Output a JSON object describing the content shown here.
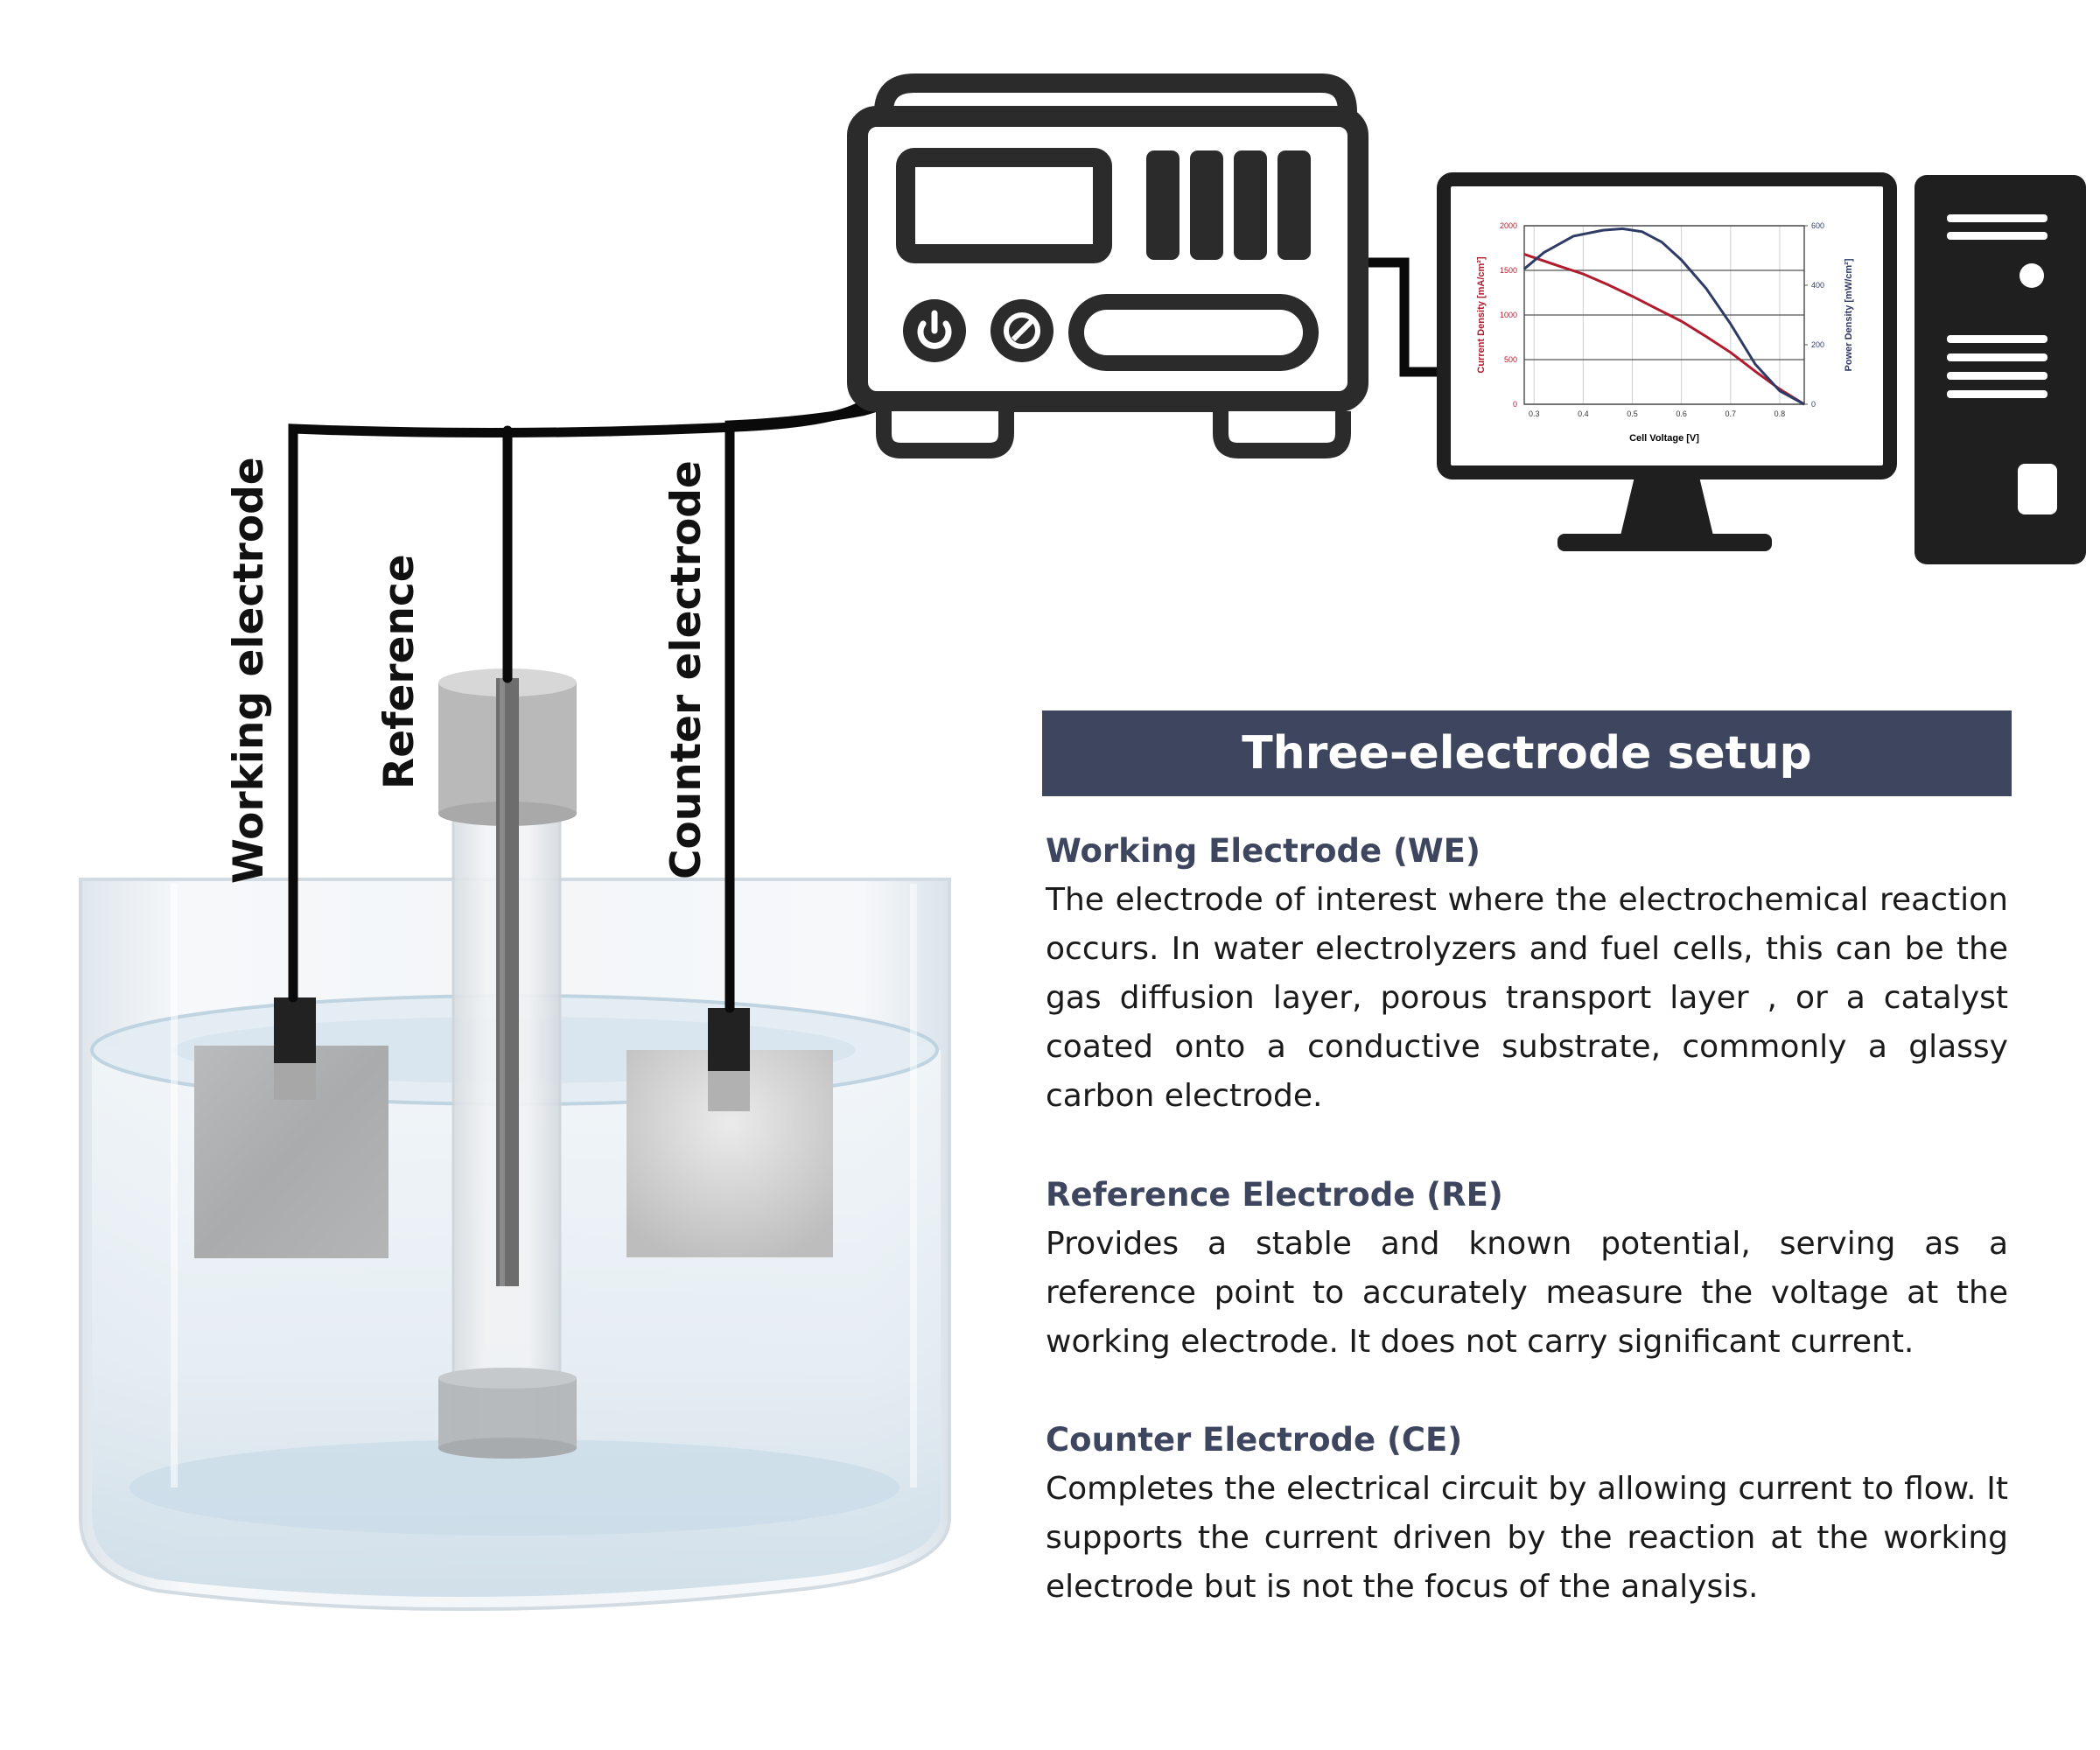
{
  "panel": {
    "title": "Three-electrode setup",
    "sections": [
      {
        "heading": "Working Electrode (WE)",
        "body": "The electrode of interest where the electrochemical reaction occurs. In water electrolyzers and fuel cells, this can be the gas diffusion layer, porous transport layer , or a catalyst coated onto a conductive substrate, commonly a glassy carbon electrode."
      },
      {
        "heading": "Reference Electrode (RE)",
        "body": "Provides a stable and known potential, serving as a reference point to accurately measure the voltage at the working electrode. It does not carry significant current."
      },
      {
        "heading": "Counter Electrode (CE)",
        "body": "Completes the electrical circuit by allowing current to flow. It supports the current driven by the reaction at the working electrode but is not the focus of the analysis."
      }
    ],
    "title_bg": "#3d465e"
  },
  "labels": {
    "working": "Working electrode",
    "reference": "Reference",
    "counter": "Counter electrode"
  },
  "icons": [
    "potentiostat-icon",
    "monitor-icon",
    "computer-tower-icon",
    "power-icon"
  ],
  "colors": {
    "current_series": "#b01c2e",
    "power_series": "#2f3b66",
    "device": "#2b2b2b"
  },
  "chart_data": {
    "type": "line",
    "xlabel": "Cell Voltage [V]",
    "ylabel": "Current Density [mA/cm²]",
    "y2label": "Power Density [mW/cm²]",
    "xlim": [
      0.28,
      0.85
    ],
    "ylim": [
      0,
      2000
    ],
    "y2lim": [
      0,
      600
    ],
    "x_ticks": [
      "0.3",
      "0.4",
      "0.5",
      "0.6",
      "0.7",
      "0.8"
    ],
    "y_ticks": [
      "0",
      "500",
      "1000",
      "1500",
      "2000"
    ],
    "y2_ticks": [
      "0",
      "200",
      "400",
      "600"
    ],
    "series": [
      {
        "axis": "left",
        "color": "#b01c2e",
        "x": [
          0.28,
          0.35,
          0.4,
          0.45,
          0.5,
          0.55,
          0.6,
          0.65,
          0.7,
          0.75,
          0.8,
          0.85
        ],
        "y": [
          1680,
          1550,
          1460,
          1340,
          1210,
          1070,
          930,
          760,
          580,
          370,
          170,
          0
        ]
      },
      {
        "axis": "right",
        "color": "#2f3b66",
        "x": [
          0.28,
          0.32,
          0.38,
          0.44,
          0.48,
          0.52,
          0.56,
          0.6,
          0.65,
          0.7,
          0.75,
          0.8,
          0.85
        ],
        "y": [
          455,
          510,
          565,
          585,
          590,
          580,
          545,
          485,
          390,
          270,
          135,
          45,
          0
        ]
      }
    ]
  }
}
